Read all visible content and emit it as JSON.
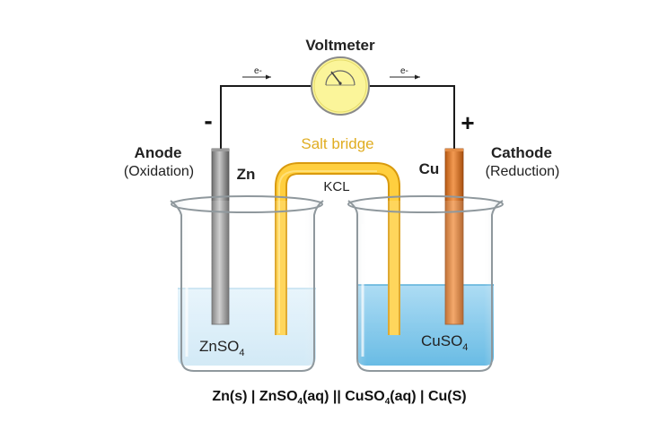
{
  "voltmeter": {
    "label": "Voltmeter"
  },
  "circuit": {
    "electron_left": "e-",
    "electron_right": "e-",
    "negative_sign": "-",
    "positive_sign": "+"
  },
  "anode": {
    "title": "Anode",
    "process": "(Oxidation)",
    "metal": "Zn",
    "solution_main": "ZnSO",
    "solution_sub": "4"
  },
  "cathode": {
    "title": "Cathode",
    "process": "(Reduction)",
    "metal": "Cu",
    "solution_main": "CuSO",
    "solution_sub": "4"
  },
  "salt_bridge": {
    "label": "Salt bridge",
    "electrolyte": "KCL"
  },
  "cell_notation": {
    "part1": "Zn(s)  |  ZnSO",
    "sub1": "4",
    "part2": "(aq) || CuSO",
    "sub2": "4",
    "part3": "(aq) | Cu(S)"
  },
  "colors": {
    "wire": "#1a1a1a",
    "voltmeter_face": "#fbf59a",
    "zinc_electrode": "#8c8c8c",
    "copper_electrode": "#d9782a",
    "salt_bridge": "#f2be2c",
    "znso4_solution": "#d6ecf7",
    "cuso4_solution": "#6fc0e8"
  }
}
